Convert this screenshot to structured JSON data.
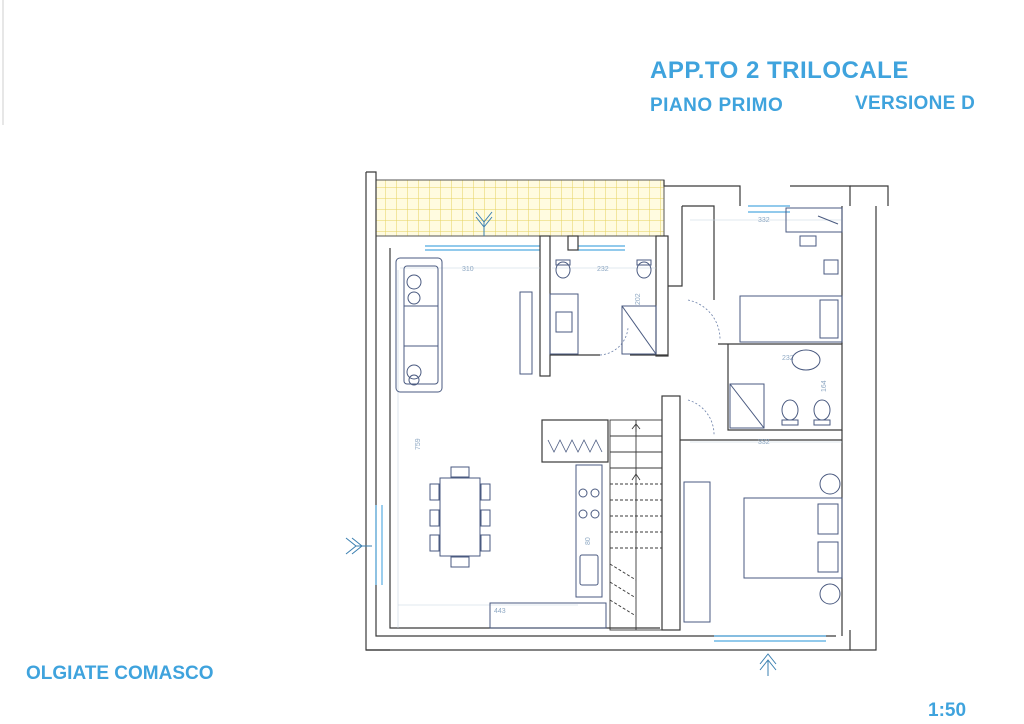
{
  "header": {
    "title": "APP.TO 2  TRILOCALE",
    "floor": "PIANO  PRIMO",
    "version": "VERSIONE D"
  },
  "footer": {
    "location": "OLGIATE COMASCO",
    "scale": "1:50"
  },
  "dimensions": {
    "living_width": "310",
    "bath_width": "232",
    "bedroom1_width": "332",
    "bedroom2_width": "332",
    "living_depth": "759",
    "bath_depth": "202",
    "bath2_width": "232",
    "bath2_depth": "164",
    "kitchen_width": "80",
    "kitchen_bottom": "443"
  },
  "colors": {
    "title": "#3fa3dd",
    "wall": "#3a3a3a",
    "window": "#6fb8e6",
    "terrace_tile": "#e8d86a",
    "furniture": "#4a5a80"
  },
  "icons": [
    "entry-arrow-icon"
  ]
}
